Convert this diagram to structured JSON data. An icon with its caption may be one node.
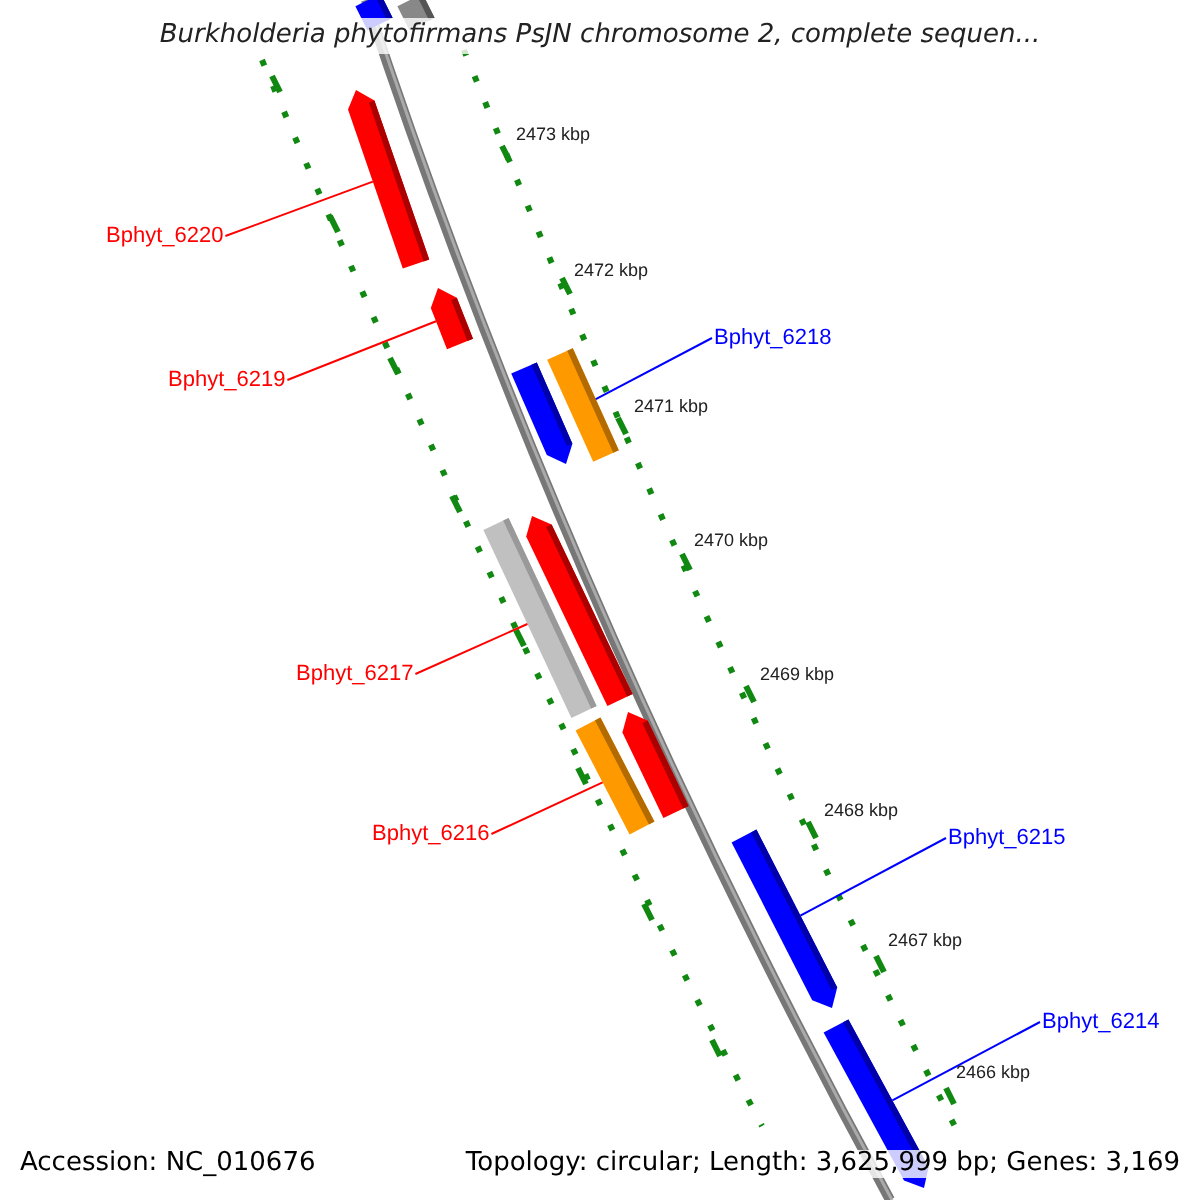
{
  "diagram": {
    "title": "Burkholderia phytofirmans PsJN chromosome 2, complete sequen...",
    "nodes": [
      {
        "text": [
          "Bphyt_6220"
        ]
      },
      {
        "text": [
          "Bphyt_6219"
        ]
      },
      {
        "text": [
          "Bphyt_6218"
        ]
      },
      {
        "text": [
          "Bphyt_6217"
        ]
      },
      {
        "text": [
          "Bphyt_6216"
        ]
      },
      {
        "text": [
          "Bphyt_6215"
        ]
      },
      {
        "text": [
          "Bphyt_6214"
        ]
      },
      {
        "text": [],
        "shape": "bar"
      },
      {
        "text": [],
        "shape": "bar"
      },
      {
        "text": [],
        "shape": "bar"
      },
      {
        "text": [],
        "shape": "bar"
      },
      {
        "text": [],
        "shape": "bar"
      },
      {
        "text": [],
        "shape": "bar"
      },
      {
        "text": [],
        "shape": "bar"
      },
      {
        "text": [],
        "shape": "bar"
      },
      {
        "text": [],
        "shape": "bar"
      },
      {
        "text": [],
        "shape": "bar"
      },
      {
        "text": [],
        "shape": "bar"
      },
      {
        "text": [],
        "shape": "bar"
      }
    ],
    "edges": [
      {
        "from": 0,
        "to": 9,
        "arrow": "none"
      },
      {
        "from": 1,
        "to": 10,
        "arrow": "none"
      },
      {
        "from": 2,
        "to": 12,
        "arrow": "none",
        "color": "#0000ff"
      },
      {
        "from": 3,
        "to": 14,
        "arrow": "none"
      },
      {
        "from": 4,
        "to": 15,
        "arrow": "none"
      },
      {
        "from": 5,
        "to": 17,
        "arrow": "none",
        "color": "#0000ff"
      },
      {
        "from": 6,
        "to": 18,
        "arrow": "none",
        "color": "#0000ff"
      }
    ],
    "labels": [
      "2473 kbp",
      "2472 kbp",
      "2471 kbp",
      "2470 kbp",
      "2469 kbp",
      "2468 kbp",
      "2467 kbp",
      "2466 kbp",
      "Accession: NC_010676",
      "Topology: circular; Length: 3,625,999 bp; Genes: 3,169"
    ]
  }
}
